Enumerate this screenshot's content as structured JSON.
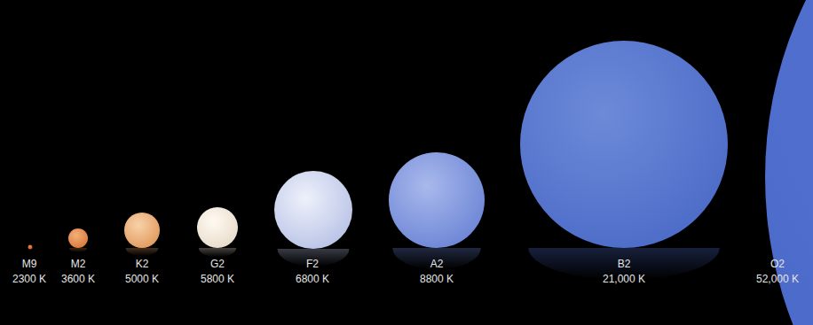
{
  "diagram": {
    "labels": [
      "M9",
      "2300 K",
      "M2",
      "3600 K",
      "K2",
      "5000 K",
      "G2",
      "5800 K",
      "F2",
      "6800 K",
      "A2",
      "8800 K",
      "B2",
      "21,000 K",
      "O2",
      "52,000 K"
    ]
  }
}
